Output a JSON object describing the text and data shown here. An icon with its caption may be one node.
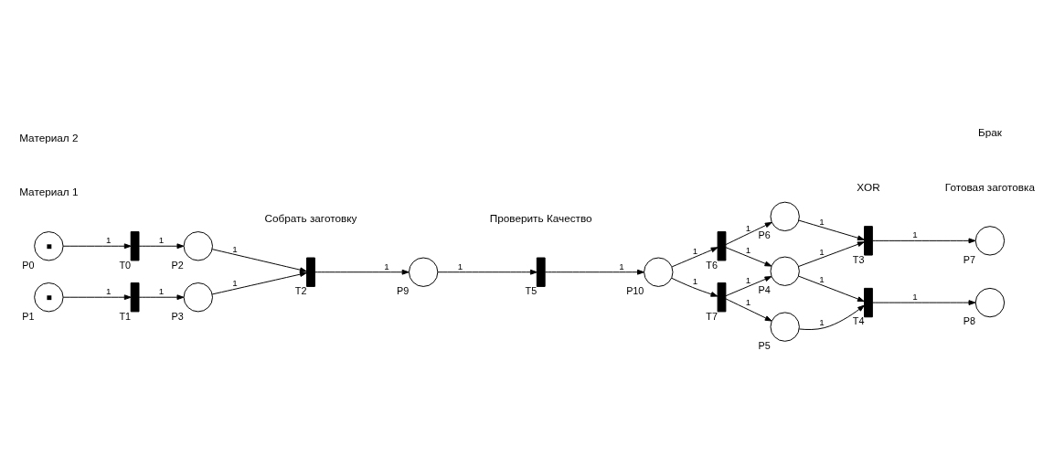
{
  "diagram": {
    "nodes": [
      {
        "text": [],
        "shape": "token",
        "beside": [
          "P0"
        ]
      },
      {
        "text": [],
        "shape": "token",
        "beside": [
          "P1"
        ]
      },
      {
        "text": [],
        "shape": "circle",
        "beside": [
          "P2"
        ]
      },
      {
        "text": [],
        "shape": "circle",
        "beside": [
          "P3"
        ]
      },
      {
        "text": [],
        "shape": "circle",
        "beside": [
          "P4"
        ]
      },
      {
        "text": [],
        "shape": "circle",
        "beside": [
          "P5"
        ]
      },
      {
        "text": [],
        "shape": "circle",
        "beside": [
          "P6"
        ]
      },
      {
        "text": [],
        "shape": "circle",
        "beside": [
          "P7"
        ]
      },
      {
        "text": [],
        "shape": "circle",
        "beside": [
          "P8"
        ]
      },
      {
        "text": [],
        "shape": "circle",
        "beside": [
          "P9"
        ]
      },
      {
        "text": [],
        "shape": "circle",
        "beside": [
          "P10"
        ]
      },
      {
        "text": [],
        "shape": "bar",
        "beside": [
          "T0"
        ]
      },
      {
        "text": [],
        "shape": "bar",
        "beside": [
          "T1"
        ]
      },
      {
        "text": [],
        "shape": "bar",
        "beside": [
          "T2"
        ]
      },
      {
        "text": [],
        "shape": "bar",
        "beside": [
          "T3"
        ]
      },
      {
        "text": [],
        "shape": "bar",
        "beside": [
          "T4"
        ]
      },
      {
        "text": [],
        "shape": "bar",
        "beside": [
          "T5"
        ]
      },
      {
        "text": [],
        "shape": "bar",
        "beside": [
          "T6"
        ]
      },
      {
        "text": [],
        "shape": "bar",
        "beside": [
          "T7"
        ]
      }
    ],
    "edges": [
      {
        "from": 0,
        "to": 11,
        "arrow": "to",
        "label": "1"
      },
      {
        "from": 11,
        "to": 2,
        "arrow": "to",
        "label": "1"
      },
      {
        "from": 2,
        "to": 13,
        "arrow": "to",
        "label": "1"
      },
      {
        "from": 1,
        "to": 12,
        "arrow": "to",
        "label": "1"
      },
      {
        "from": 12,
        "to": 3,
        "arrow": "to",
        "label": "1"
      },
      {
        "from": 3,
        "to": 13,
        "arrow": "to",
        "label": "1"
      },
      {
        "from": 13,
        "to": 9,
        "arrow": "to",
        "label": "1"
      },
      {
        "from": 9,
        "to": 16,
        "arrow": "to",
        "label": "1"
      },
      {
        "from": 16,
        "to": 10,
        "arrow": "to",
        "label": "1"
      },
      {
        "from": 10,
        "to": 17,
        "arrow": "to",
        "label": "1"
      },
      {
        "from": 10,
        "to": 18,
        "arrow": "to",
        "label": "1"
      },
      {
        "from": 17,
        "to": 6,
        "arrow": "to",
        "label": "1"
      },
      {
        "from": 17,
        "to": 4,
        "arrow": "to",
        "label": "1"
      },
      {
        "from": 18,
        "to": 4,
        "arrow": "to",
        "label": "1"
      },
      {
        "from": 18,
        "to": 5,
        "arrow": "to",
        "label": "1"
      },
      {
        "from": 6,
        "to": 14,
        "arrow": "to",
        "label": "1"
      },
      {
        "from": 4,
        "to": 14,
        "arrow": "to",
        "label": "1"
      },
      {
        "from": 4,
        "to": 15,
        "arrow": "to",
        "label": "1"
      },
      {
        "from": 5,
        "to": 15,
        "arrow": "to",
        "label": "1"
      },
      {
        "from": 14,
        "to": 7,
        "arrow": "to",
        "label": "1"
      },
      {
        "from": 15,
        "to": 8,
        "arrow": "to",
        "label": "1"
      }
    ],
    "labels": [
      "Материал 1",
      "Собрать заготовку",
      "Проверить Качество",
      "Готовая заготовка",
      "XOR",
      "Брак",
      "Материал 2"
    ]
  }
}
